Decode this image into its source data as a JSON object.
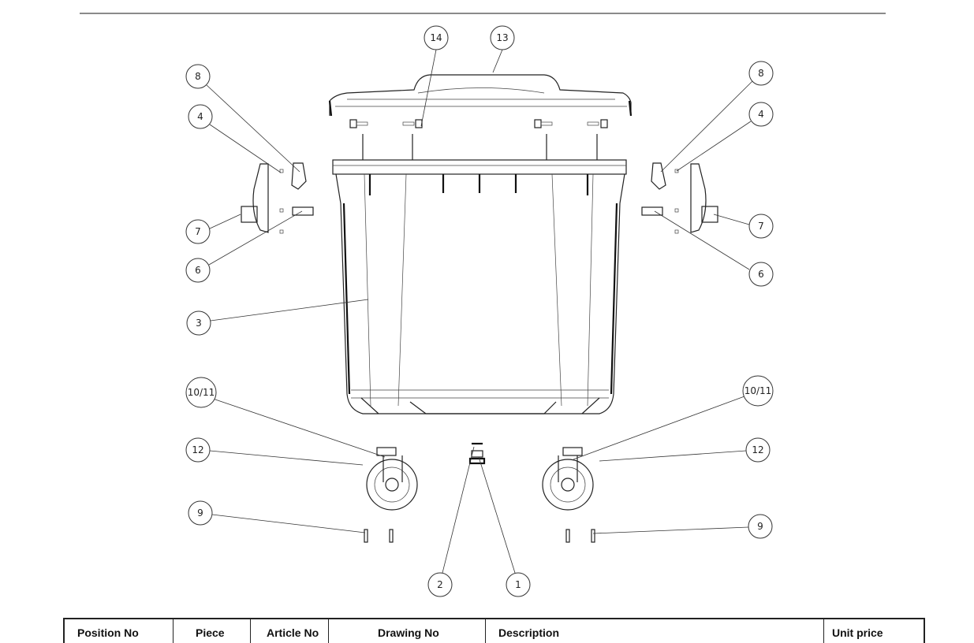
{
  "callouts": {
    "c14": "14",
    "c13": "13",
    "c8l": "8",
    "c4l": "4",
    "c7l": "7",
    "c6l": "6",
    "c3": "3",
    "c1011l": "10/11",
    "c12l": "12",
    "c9l": "9",
    "c2": "2",
    "c1": "1",
    "c8r": "8",
    "c4r": "4",
    "c7r": "7",
    "c6r": "6",
    "c1011r": "10/11",
    "c12r": "12",
    "c9r": "9"
  },
  "table": {
    "headers": [
      "Position No",
      "Piece",
      "Article No",
      "Drawing No",
      "Description",
      "Unit price"
    ]
  }
}
